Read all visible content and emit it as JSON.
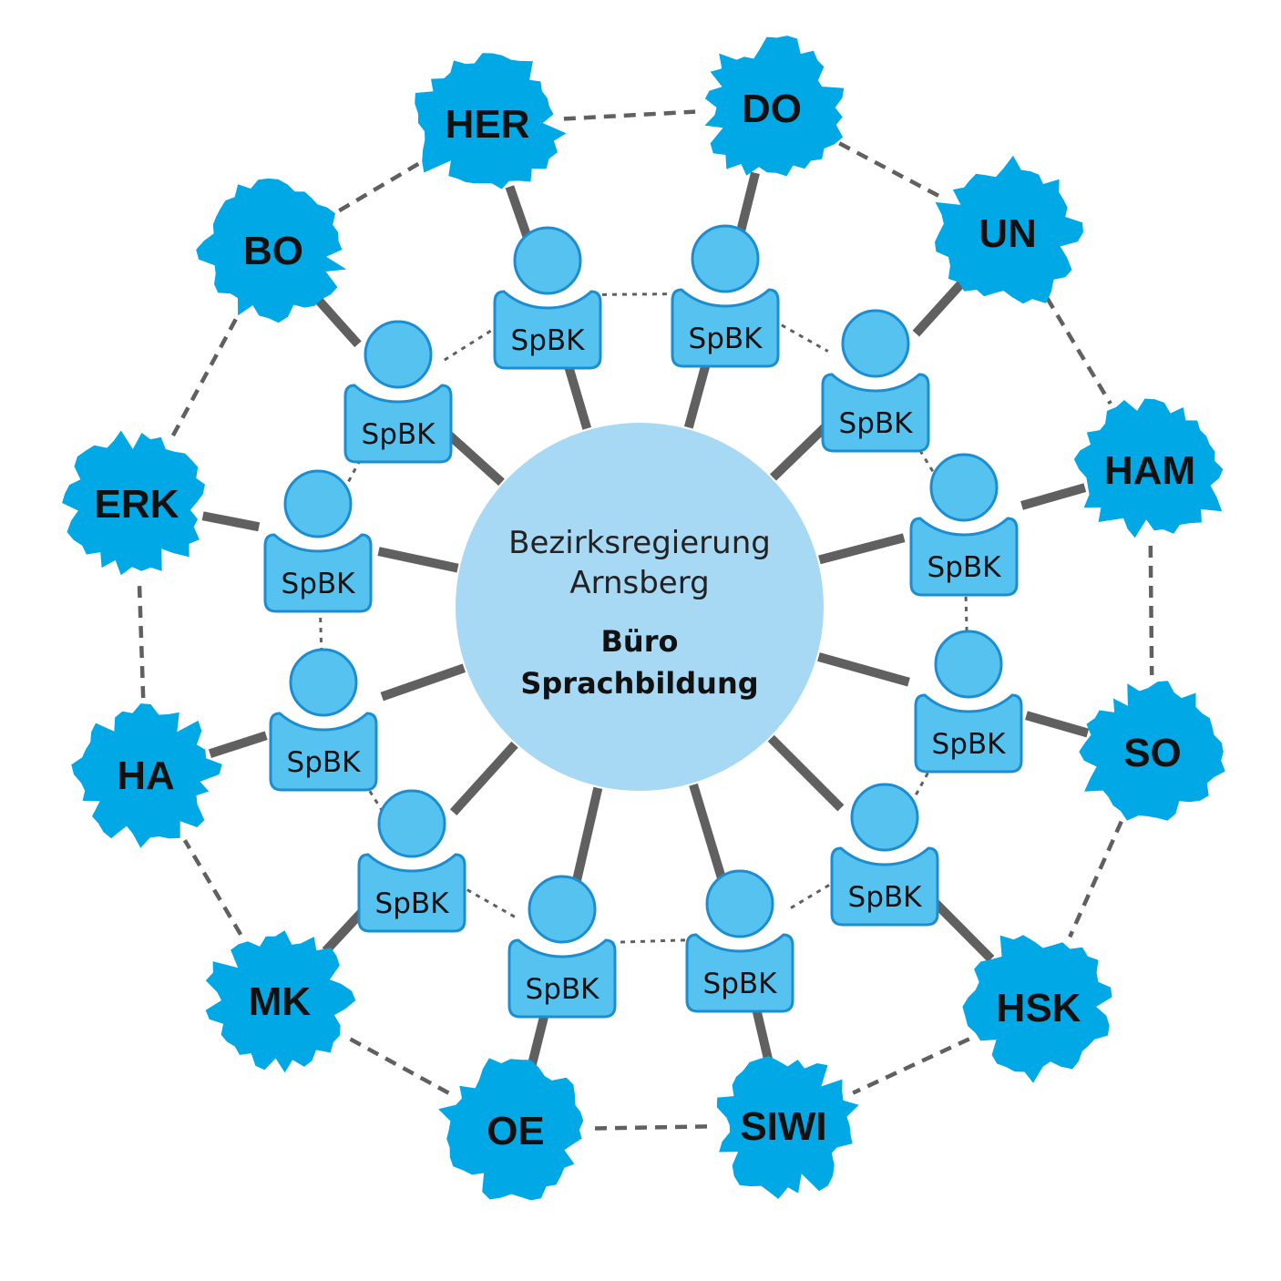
{
  "center": {
    "line1": "Bezirksregierung",
    "line2": "Arnsberg",
    "line3": "Büro",
    "line4": "Sprachbildung"
  },
  "person_label": "SpBK",
  "regions": [
    "HER",
    "DO",
    "UN",
    "HAM",
    "SO",
    "HSK",
    "SIWI",
    "OE",
    "MK",
    "HA",
    "ERK",
    "BO"
  ],
  "colors": {
    "region_fill": "#00A9E6",
    "person_fill": "#55C2F0",
    "person_stroke": "#1C8ED0",
    "center_fill": "#A7D9F5",
    "connector": "#606060"
  }
}
